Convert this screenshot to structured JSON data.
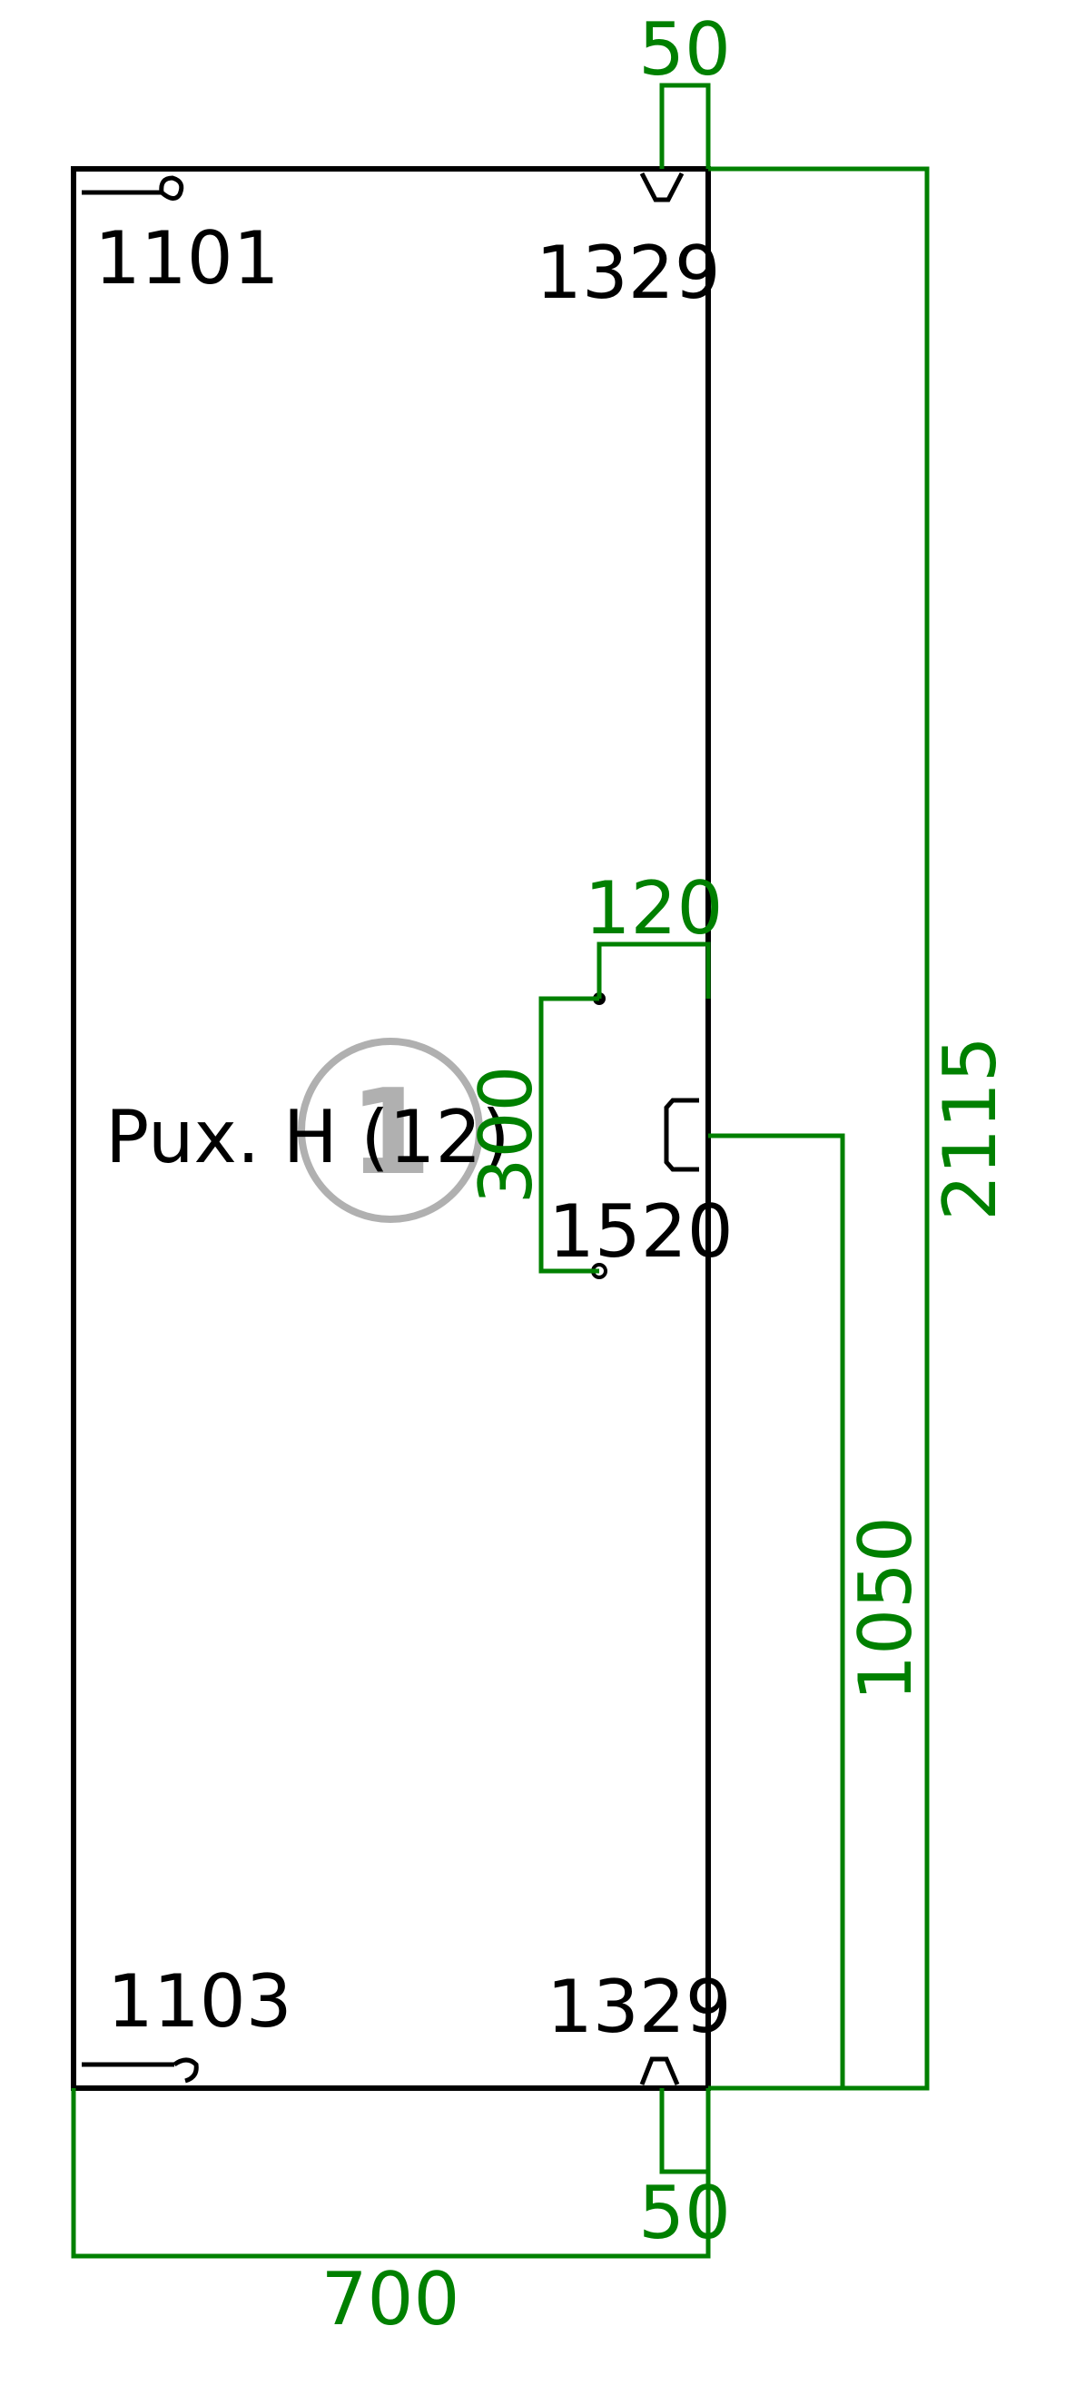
{
  "panel": {
    "name": "Pux. H (12)",
    "number": "1"
  },
  "drill_labels": {
    "top_left": "1101",
    "top_right": "1329",
    "bottom_left": "1103",
    "bottom_right": "1329",
    "middle": "1520"
  },
  "dimensions": {
    "width": "700",
    "height": "2115",
    "hinge_top_offset": "50",
    "hinge_bottom_offset": "50",
    "handle_depth": "120",
    "handle_spacing": "300",
    "handle_height": "1050"
  },
  "colors": {
    "outline": "#000000",
    "dimension": "#008000",
    "number_badge": "#b0b0b0"
  }
}
